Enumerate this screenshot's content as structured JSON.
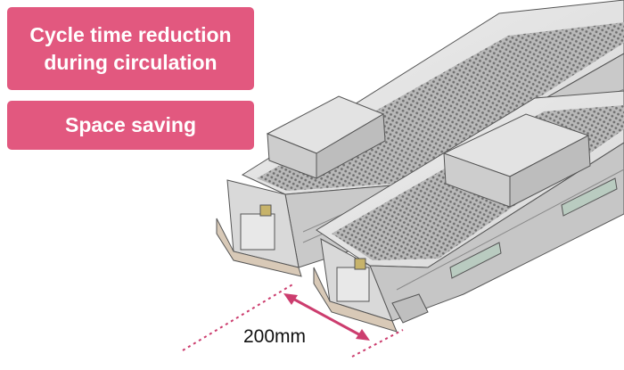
{
  "badges": {
    "cycle_line1": "Cycle time reduction",
    "cycle_line2": "during circulation",
    "space": "Space saving"
  },
  "dimension": {
    "label": "200mm"
  },
  "colors": {
    "badge": "#e2587f",
    "badge_text": "#ffffff",
    "arrow": "#cc3d6e",
    "machine_light": "#e6e6e6",
    "machine_mid": "#cfcfcf",
    "machine_dark": "#a9a9a9",
    "belt": "#8f8f8f",
    "line": "#555555",
    "base": "#d8c9b7"
  }
}
